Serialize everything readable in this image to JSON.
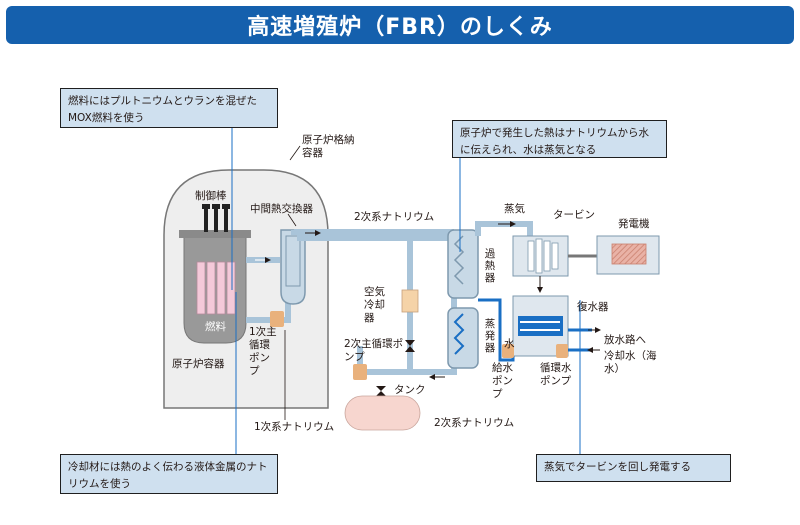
{
  "title": "高速増殖炉（FBR）のしくみ",
  "callouts": {
    "fuel_note": "燃料にはプルトニウムとウランを混ぜたMOX燃料を使う",
    "heat_note": "原子炉で発生した熱はナトリウムから水に伝えられ、水は蒸気となる",
    "coolant_note": "冷却材には熱のよく伝わる液体金属のナトリウムを使う",
    "turbine_note": "蒸気でタービンを回し発電する"
  },
  "labels": {
    "containment_vessel": "原子炉格納容器",
    "control_rods": "制御棒",
    "ihx": "中間熱交換器",
    "secondary_sodium_top": "2次系ナトリウム",
    "steam": "蒸気",
    "turbine": "タービン",
    "generator": "発電機",
    "superheater": "過熱器",
    "air_cooler": "空気冷却器",
    "evaporator": "蒸発器",
    "condenser": "復水器",
    "fuel": "燃料",
    "primary_pump": "1次主循環ポンプ",
    "secondary_pump": "2次主循環ポンプ",
    "water": "水",
    "discharge": "放水路へ",
    "cooling_water": "冷却水（海水）",
    "reactor_vessel": "原子炉容器",
    "tank": "タンク",
    "feedwater_pump": "給水ポンプ",
    "circulating_pump": "循環水ポンプ",
    "primary_sodium": "1次系ナトリウム",
    "secondary_sodium_bottom": "2次系ナトリウム"
  },
  "colors": {
    "title_bg": "#1560ad",
    "callout_bg": "#cfe0ef",
    "sodium_pipe": "#a9c4d9",
    "water_pipe": "#1a6fc4",
    "fuel": "#f4c9d9",
    "pump": "#e9b17c",
    "vessel": "#999999",
    "containment_fill": "#eeeeee",
    "tank": "#f7d6cf"
  }
}
